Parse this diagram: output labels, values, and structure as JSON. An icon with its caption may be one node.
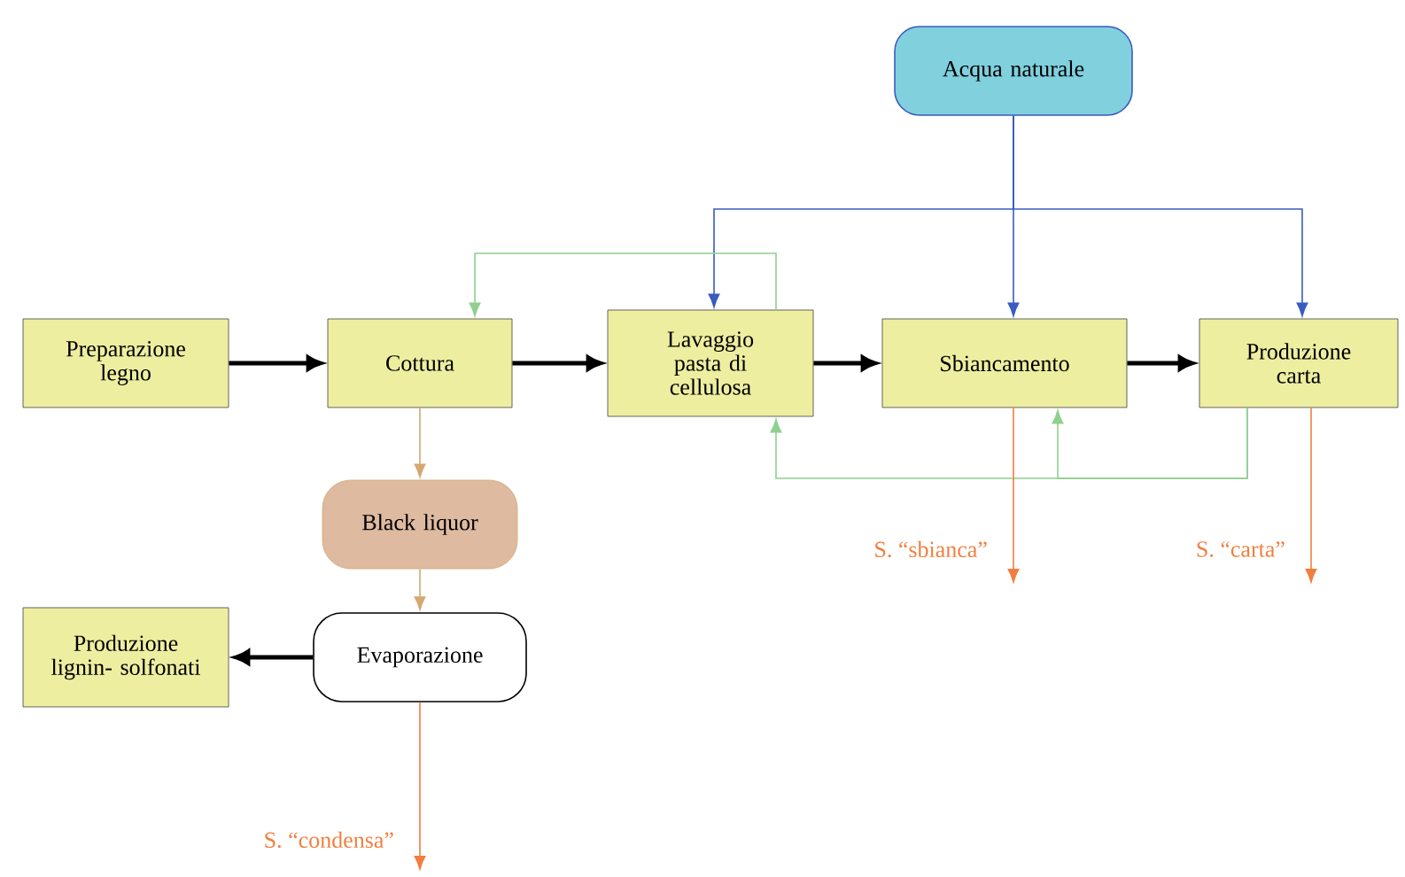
{
  "diagram": {
    "nodes": [
      {
        "text": [
          "Acqua naturale"
        ]
      },
      {
        "text": [
          "Preparazione legno"
        ]
      },
      {
        "text": [
          "Cottura"
        ]
      },
      {
        "text": [
          "Lavaggio pasta di cellulosa"
        ]
      },
      {
        "text": [
          "Sbiancamento"
        ]
      },
      {
        "text": [
          "Produzione carta"
        ]
      },
      {
        "text": [
          "Black liquor"
        ]
      },
      {
        "text": [
          "Evaporazione"
        ]
      },
      {
        "text": [
          "Produzione lignin- solfonati"
        ]
      }
    ],
    "edges": [
      {
        "from": 1,
        "to": 2,
        "arrow": "to",
        "style": "thick"
      },
      {
        "from": 2,
        "to": 3,
        "arrow": "to",
        "style": "thick"
      },
      {
        "from": 3,
        "to": 4,
        "arrow": "to",
        "style": "thick"
      },
      {
        "from": 4,
        "to": 5,
        "arrow": "to",
        "style": "thick"
      },
      {
        "from": 0,
        "to": 3,
        "arrow": "to",
        "color": "#3a5bbf"
      },
      {
        "from": 0,
        "to": 4,
        "arrow": "to",
        "color": "#3a5bbf"
      },
      {
        "from": 0,
        "to": 5,
        "arrow": "to",
        "color": "#3a5bbf"
      },
      {
        "from": 3,
        "to": 2,
        "arrow": "to",
        "color": "#8fd08f"
      },
      {
        "from": 5,
        "to": 3,
        "arrow": "to",
        "color": "#8fd08f"
      },
      {
        "from": 5,
        "to": 4,
        "arrow": "to",
        "color": "#8fd08f"
      },
      {
        "from": 2,
        "to": 6,
        "arrow": "to",
        "color": "#d4a870"
      },
      {
        "from": 6,
        "to": 7,
        "arrow": "to",
        "color": "#d4a870"
      },
      {
        "from": 7,
        "to": 8,
        "arrow": "to",
        "style": "thick"
      },
      {
        "from": 4,
        "to": null,
        "arrow": "to",
        "label": "S. “sbianca”",
        "color": "#f07f3f"
      },
      {
        "from": 5,
        "to": null,
        "arrow": "to",
        "label": "S. “carta”",
        "color": "#f07f3f"
      },
      {
        "from": 7,
        "to": null,
        "arrow": "to",
        "label": "S. “condensa”",
        "color": "#f07f3f"
      }
    ]
  }
}
